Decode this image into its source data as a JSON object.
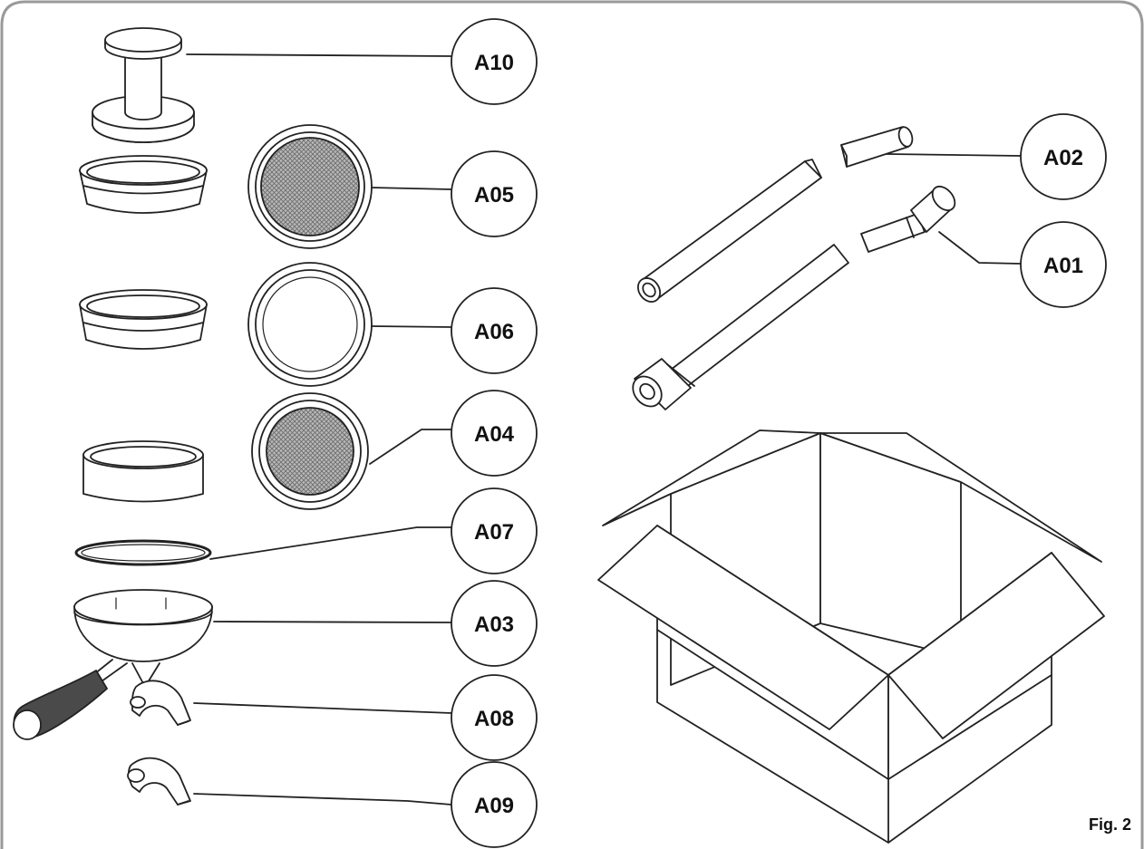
{
  "figure": {
    "label": "Fig. 2"
  },
  "callouts": [
    {
      "id": "A10",
      "part": "tamper"
    },
    {
      "id": "A05",
      "part": "filter-basket-double"
    },
    {
      "id": "A06",
      "part": "blind-filter"
    },
    {
      "id": "A04",
      "part": "filter-basket-single"
    },
    {
      "id": "A07",
      "part": "gasket-ring"
    },
    {
      "id": "A03",
      "part": "portafilter"
    },
    {
      "id": "A08",
      "part": "spout-double"
    },
    {
      "id": "A09",
      "part": "spout-single"
    },
    {
      "id": "A02",
      "part": "drain-hose"
    },
    {
      "id": "A01",
      "part": "supply-hose"
    }
  ],
  "colors": {
    "stroke": "#222222",
    "frame": "#9a9a9a",
    "mesh": "#8a8a8a",
    "handle": "#4a4a4a",
    "fill": "#ffffff"
  }
}
